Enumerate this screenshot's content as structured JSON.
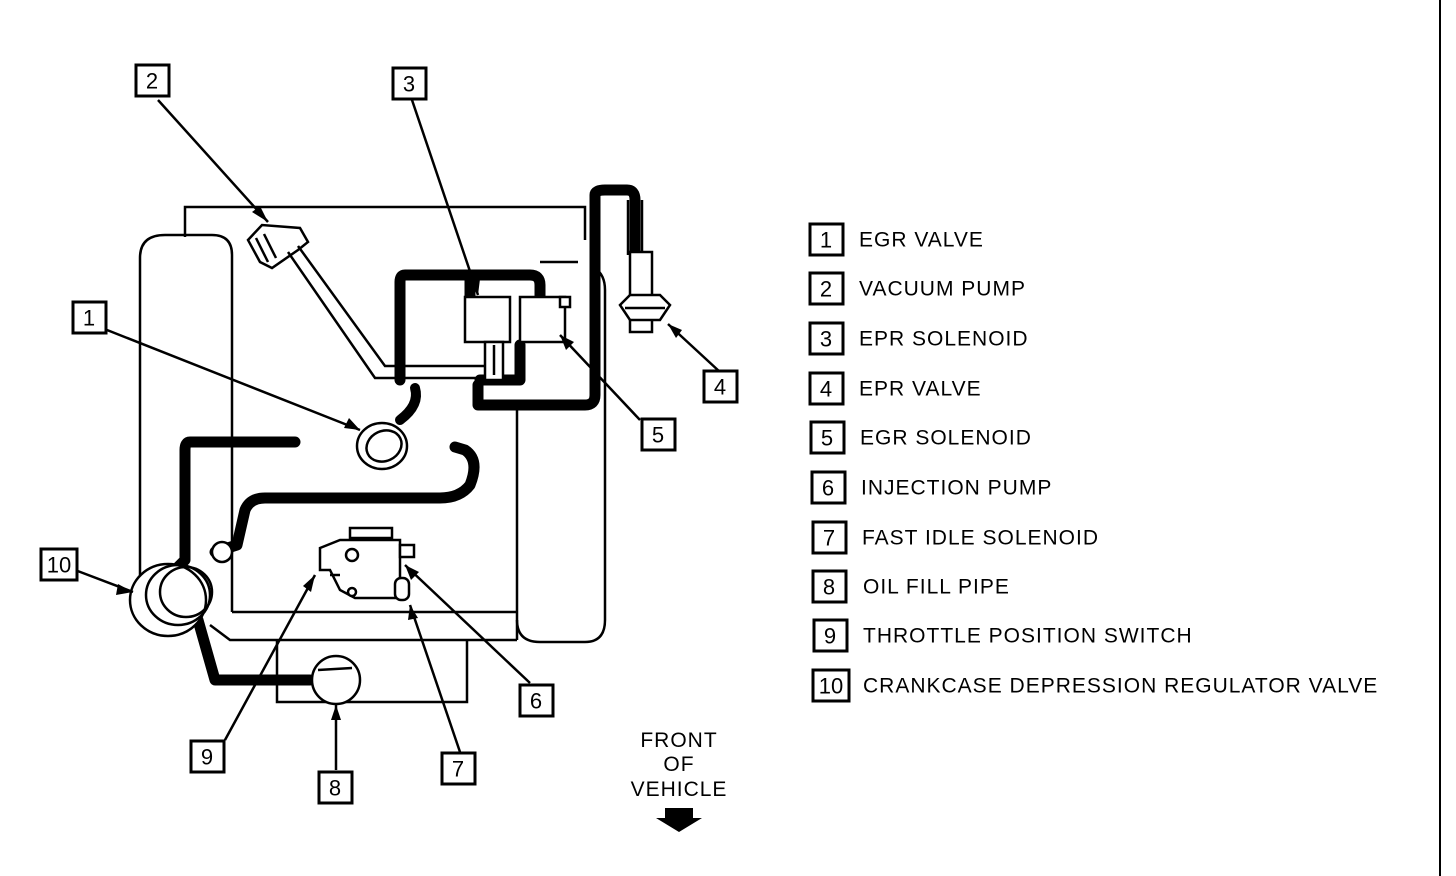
{
  "callouts": [
    {
      "num": "1"
    },
    {
      "num": "2"
    },
    {
      "num": "3"
    },
    {
      "num": "4"
    },
    {
      "num": "5"
    },
    {
      "num": "6"
    },
    {
      "num": "7"
    },
    {
      "num": "8"
    },
    {
      "num": "9"
    },
    {
      "num": "10"
    }
  ],
  "legend": [
    {
      "num": "1",
      "label": "EGR VALVE"
    },
    {
      "num": "2",
      "label": "VACUUM PUMP"
    },
    {
      "num": "3",
      "label": "EPR SOLENOID"
    },
    {
      "num": "4",
      "label": "EPR VALVE"
    },
    {
      "num": "5",
      "label": "EGR SOLENOID"
    },
    {
      "num": "6",
      "label": "INJECTION PUMP"
    },
    {
      "num": "7",
      "label": "FAST IDLE SOLENOID"
    },
    {
      "num": "8",
      "label": "OIL FILL PIPE"
    },
    {
      "num": "9",
      "label": "THROTTLE POSITION SWITCH"
    },
    {
      "num": "10",
      "label": "CRANKCASE DEPRESSION REGULATOR VALVE"
    }
  ],
  "front": {
    "line1": "FRONT",
    "line2": "OF",
    "line3": "VEHICLE"
  }
}
